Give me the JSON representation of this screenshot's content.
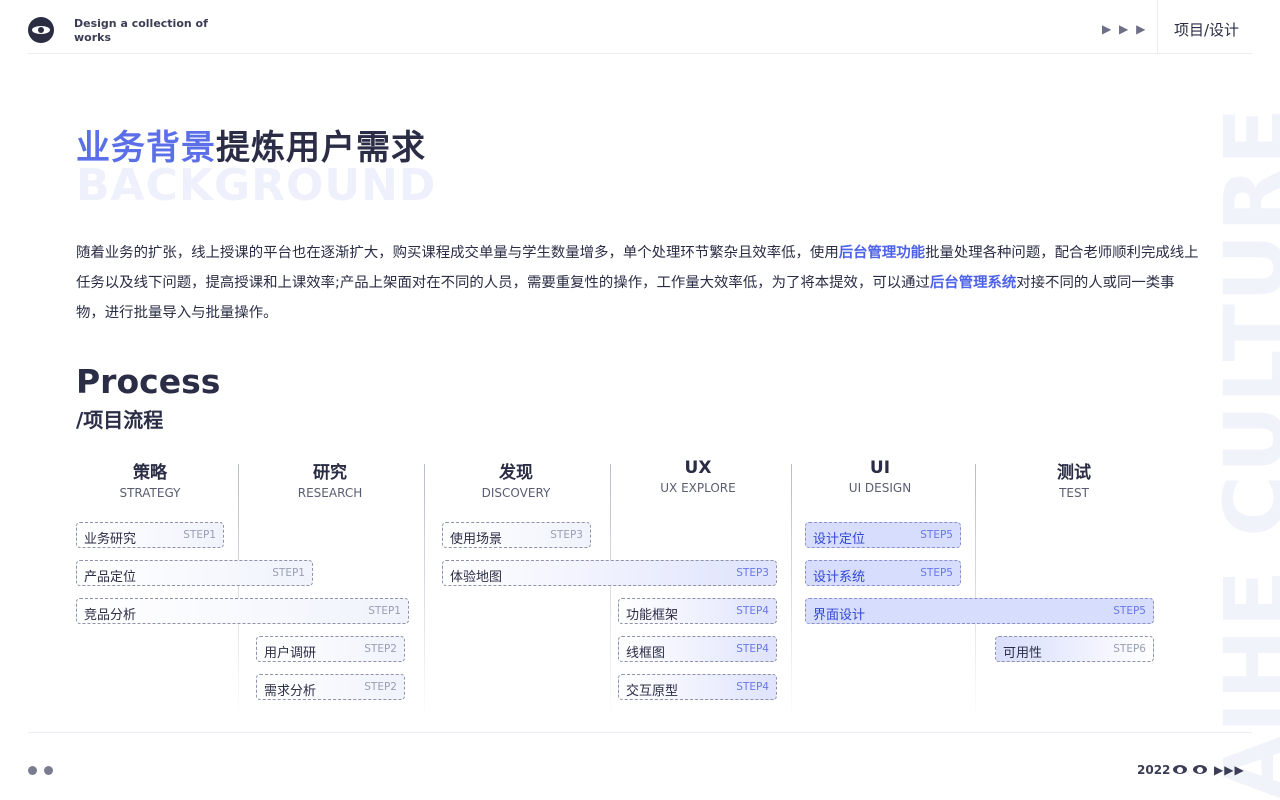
{
  "header": {
    "brand": "Design a collection of works",
    "arrows": "▶ ▶ ▶",
    "section_label": "项目/设计"
  },
  "watermark": "AIHE CULTURE",
  "title": {
    "highlight": "业务背景",
    "rest": "提炼用户需求",
    "background_word": "BACKGROUND"
  },
  "paragraph": {
    "part1": "随着业务的扩张，线上授课的平台也在逐渐扩大，购买课程成交单量与学生数量增多，单个处理环节繁杂且效率低，使用",
    "hl1": "后台管理功能",
    "part2": "批量处理各种问题，配合老师顺利完成线上任务以及线下问题，提高授课和上课效率;产品上架面对在不同的人员，需要重复性的操作，工作量大效率低，为了将本提效，可以通过",
    "hl2": "后台管理系统",
    "part3": "对接不同的人或同一类事物，进行批量导入与批量操作。"
  },
  "process": {
    "title": "Process",
    "subtitle": "/项目流程",
    "columns": [
      {
        "cn": "策略",
        "en": "STRATEGY"
      },
      {
        "cn": "研究",
        "en": "RESEARCH"
      },
      {
        "cn": "发现",
        "en": "DISCOVERY"
      },
      {
        "cn": "UX",
        "en": "UX EXPLORE"
      },
      {
        "cn": "UI",
        "en": "UI DESIGN"
      },
      {
        "cn": "测试",
        "en": "TEST"
      }
    ],
    "steps": [
      {
        "label": "业务研究",
        "tag": "STEP1"
      },
      {
        "label": "产品定位",
        "tag": "STEP1"
      },
      {
        "label": "竞品分析",
        "tag": "STEP1"
      },
      {
        "label": "用户调研",
        "tag": "STEP2"
      },
      {
        "label": "需求分析",
        "tag": "STEP2"
      },
      {
        "label": "使用场景",
        "tag": "STEP3"
      },
      {
        "label": "体验地图",
        "tag": "STEP3"
      },
      {
        "label": "功能框架",
        "tag": "STEP4"
      },
      {
        "label": "线框图",
        "tag": "STEP4"
      },
      {
        "label": "交互原型",
        "tag": "STEP4"
      },
      {
        "label": "设计定位",
        "tag": "STEP5"
      },
      {
        "label": "设计系统",
        "tag": "STEP5"
      },
      {
        "label": "界面设计",
        "tag": "STEP5"
      },
      {
        "label": "可用性",
        "tag": "STEP6"
      }
    ]
  },
  "footer": {
    "year": "2022",
    "arrows": "▶▶▶"
  },
  "colors": {
    "accent": "#5b6fe8",
    "text": "#2a2d45",
    "ui_fill": "#d7ddfc"
  }
}
